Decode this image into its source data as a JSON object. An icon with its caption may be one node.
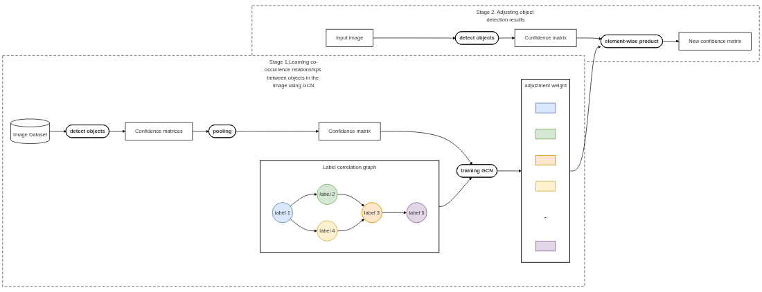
{
  "diagram": {
    "nodes": [
      {
        "text": [
          "Stage 1.Learning co-occurrence relationships between objects in the image using GCN"
        ]
      },
      {
        "text": [
          "Image Dataset"
        ],
        "in": 0
      },
      {
        "text": [
          "detect objects"
        ],
        "in": 0
      },
      {
        "text": [
          "Confidence matrices"
        ],
        "in": 0
      },
      {
        "text": [
          "pooling"
        ],
        "in": 0
      },
      {
        "text": [
          "Confidence matrix"
        ],
        "in": 0
      },
      {
        "text": [
          "Label correlation graph"
        ],
        "in": 0
      },
      {
        "text": [
          "label 1"
        ],
        "in": 6
      },
      {
        "text": [
          "label 2"
        ],
        "in": 6
      },
      {
        "text": [
          "label 3"
        ],
        "in": 6
      },
      {
        "text": [
          "label 4"
        ],
        "in": 6
      },
      {
        "text": [
          "label 5"
        ],
        "in": 6
      },
      {
        "text": [
          "training GCN"
        ],
        "in": 0
      },
      {
        "text": [
          "adjustment weight"
        ],
        "in": 0
      },
      {
        "text": [],
        "shape": "box",
        "in": 13
      },
      {
        "text": [],
        "shape": "box",
        "in": 13
      },
      {
        "text": [],
        "shape": "box",
        "in": 13
      },
      {
        "text": [],
        "shape": "box",
        "in": 13
      },
      {
        "text": [
          "..."
        ],
        "in": 13
      },
      {
        "text": [],
        "shape": "box",
        "in": 13
      },
      {
        "text": [
          "Stage 2. Adjusting object detection results"
        ]
      },
      {
        "text": [
          "Input image"
        ],
        "in": 20
      },
      {
        "text": [
          "detect objects"
        ],
        "in": 20
      },
      {
        "text": [
          "Confidence matrix"
        ],
        "in": 20
      },
      {
        "text": [
          "element-wise product"
        ],
        "in": 20
      },
      {
        "text": [
          "New confidence matrix"
        ],
        "in": 20
      }
    ],
    "edges": [
      {
        "from": 1,
        "to": 2,
        "arrow": "to"
      },
      {
        "from": 2,
        "to": 3,
        "arrow": "to"
      },
      {
        "from": 3,
        "to": 4,
        "arrow": "to"
      },
      {
        "from": 4,
        "to": 5,
        "arrow": "to"
      },
      {
        "from": 5,
        "to": 12,
        "arrow": "to"
      },
      {
        "from": 6,
        "to": 12,
        "arrow": "to"
      },
      {
        "from": 12,
        "to": 13,
        "arrow": "to"
      },
      {
        "from": 7,
        "to": 8,
        "arrow": "to"
      },
      {
        "from": 7,
        "to": 10,
        "arrow": "to"
      },
      {
        "from": 8,
        "to": 9,
        "arrow": "to"
      },
      {
        "from": 10,
        "to": 9,
        "arrow": "to"
      },
      {
        "from": 9,
        "to": 11,
        "arrow": "to"
      },
      {
        "from": 13,
        "to": 24,
        "arrow": "to"
      },
      {
        "from": 21,
        "to": 22,
        "arrow": "to"
      },
      {
        "from": 22,
        "to": 23,
        "arrow": "to"
      },
      {
        "from": 23,
        "to": 24,
        "arrow": "to"
      },
      {
        "from": 24,
        "to": 25,
        "arrow": "to"
      }
    ]
  }
}
